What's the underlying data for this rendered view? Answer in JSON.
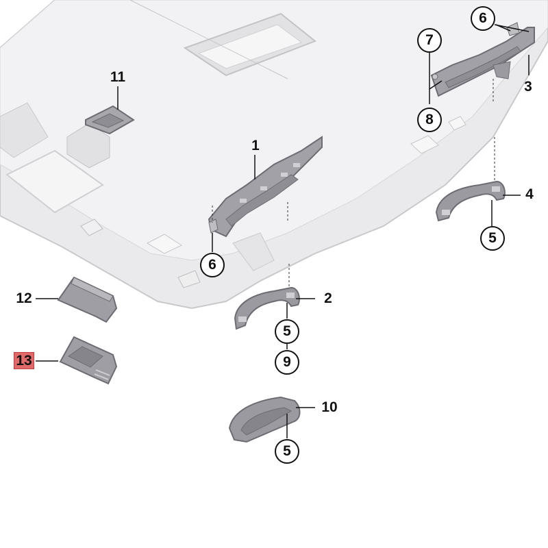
{
  "callouts": {
    "c1": "1",
    "c2": "2",
    "c3": "3",
    "c4": "4",
    "c5a": "5",
    "c5b": "5",
    "c5c": "5",
    "c6a": "6",
    "c6b": "6",
    "c7": "7",
    "c8": "8",
    "c9": "9",
    "c10": "10",
    "c11": "11",
    "c12": "12",
    "c13": "13"
  },
  "colors": {
    "headliner_fill": "#e9e9eb",
    "headliner_edge": "#c9c9cc",
    "part_fill": "#9a9aa0",
    "part_edge": "#6c6c72",
    "highlight": "#e06a6a"
  },
  "highlighted_callout": "13"
}
